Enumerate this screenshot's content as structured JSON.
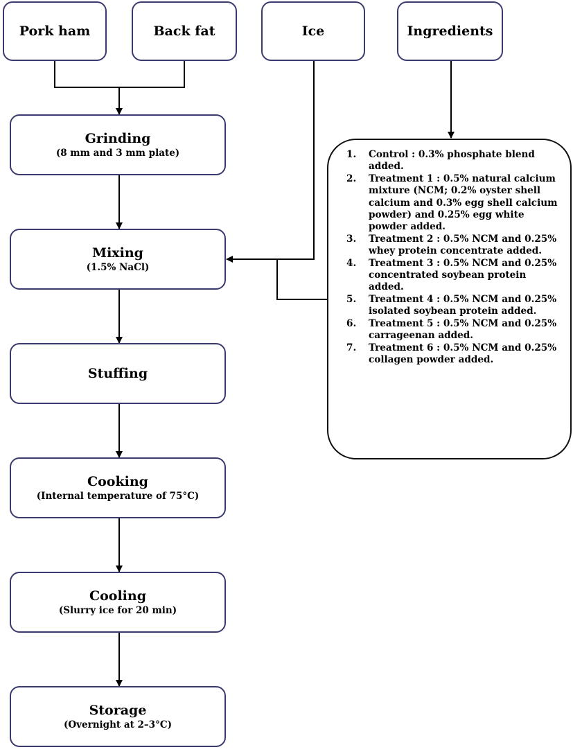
{
  "inputs": {
    "pork_ham": "Pork ham",
    "back_fat": "Back fat",
    "ice": "Ice",
    "ingredients": "Ingredients"
  },
  "steps": [
    {
      "title": "Grinding",
      "detail": "(8 mm and 3 mm plate)"
    },
    {
      "title": "Mixing",
      "detail": "(1.5% NaCl)"
    },
    {
      "title": "Stuffing",
      "detail": ""
    },
    {
      "title": "Cooking",
      "detail": "(Internal temperature of 75°C)"
    },
    {
      "title": "Cooling",
      "detail": "(Slurry ice for 20 min)"
    },
    {
      "title": "Storage",
      "detail": "(Overnight at 2–3°C)"
    }
  ],
  "ingredient_list": [
    {
      "num": "1.",
      "text": "Control : 0.3% phosphate blend added."
    },
    {
      "num": "2.",
      "text": "Treatment 1 : 0.5% natural calcium mixture (NCM; 0.2% oyster shell calcium and 0.3% egg shell calcium powder) and 0.25% egg white powder added."
    },
    {
      "num": "3.",
      "text": "Treatment 2 : 0.5% NCM and 0.25% whey protein concentrate added."
    },
    {
      "num": "4.",
      "text": "Treatment 3 : 0.5% NCM and 0.25% concentrated soybean protein added."
    },
    {
      "num": "5.",
      "text": "Treatment 4 : 0.5% NCM and 0.25% isolated soybean protein added."
    },
    {
      "num": "6.",
      "text": "Treatment 5 : 0.5% NCM and 0.25% carrageenan added."
    },
    {
      "num": "7.",
      "text": "Treatment 6 : 0.5% NCM and 0.25% collagen powder added."
    }
  ],
  "colors": {
    "box_border": "#3b3a6e",
    "line": "#000000"
  }
}
